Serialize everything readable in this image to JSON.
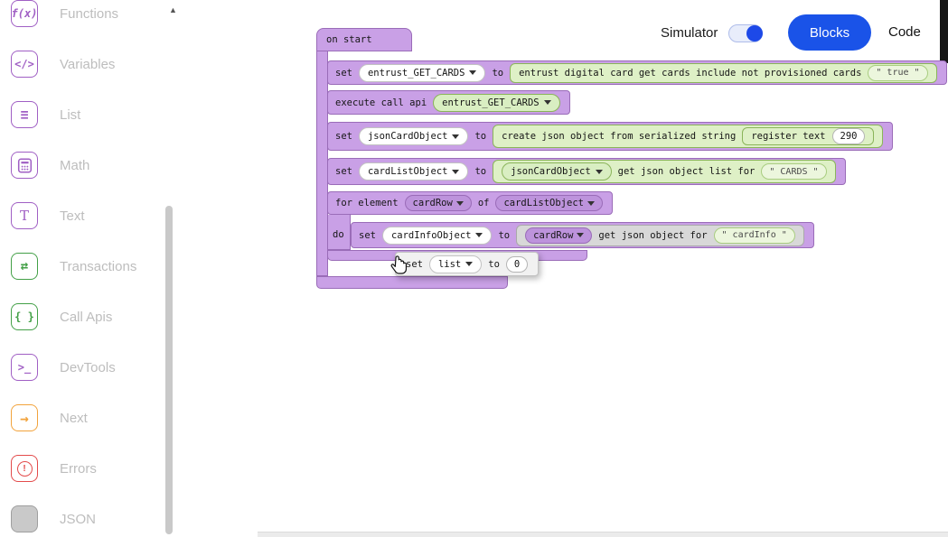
{
  "sidebar": {
    "scroll_up_icon": "▲",
    "items": [
      {
        "label": "Functions",
        "glyph": "f(x)"
      },
      {
        "label": "Variables",
        "glyph": "</>"
      },
      {
        "label": "List",
        "glyph": "≡"
      },
      {
        "label": "Math",
        "glyph": ""
      },
      {
        "label": "Text",
        "glyph": "T"
      },
      {
        "label": "Transactions",
        "glyph": "⇄"
      },
      {
        "label": "Call Apis",
        "glyph": "{ }"
      },
      {
        "label": "DevTools",
        "glyph": ">_"
      },
      {
        "label": "Next",
        "glyph": "→"
      },
      {
        "label": "Errors",
        "glyph": "!"
      },
      {
        "label": "JSON",
        "glyph": ""
      }
    ]
  },
  "topbar": {
    "simulator_label": "Simulator",
    "blocks_button_label": "Blocks",
    "code_button_label": "Code"
  },
  "blocks": {
    "hat_label": "on start",
    "set_cards": {
      "kw_set": "set",
      "variable": "entrust_GET_CARDS",
      "kw_to": "to",
      "expression": "entrust digital card get cards include not provisioned cards",
      "literal": "\" true \""
    },
    "execute_api": {
      "label": "execute call api",
      "api_name": "entrust_GET_CARDS"
    },
    "set_json_object": {
      "kw_set": "set",
      "variable": "jsonCardObject",
      "kw_to": "to",
      "expression": "create json object from serialized string",
      "inner_expression": "register text",
      "number": "290"
    },
    "set_card_list": {
      "kw_set": "set",
      "variable": "cardListObject",
      "kw_to": "to",
      "object": "jsonCardObject",
      "expression": "get json object list for",
      "literal": "\" CARDS \""
    },
    "for_loop": {
      "kw_for": "for element",
      "element": "cardRow",
      "kw_of": "of",
      "list": "cardListObject",
      "kw_do": "do"
    },
    "set_card_info": {
      "kw_set": "set",
      "variable": "cardInfoObject",
      "kw_to": "to",
      "object": "cardRow",
      "expression": "get json object for",
      "literal": "\" cardInfo \""
    },
    "floating_set": {
      "kw_set": "set",
      "variable": "list",
      "kw_to": "to",
      "number": "0"
    }
  },
  "colors": {
    "accent_blue": "#1a53e8",
    "toggle_blue": "#1d49e8",
    "block_purple": "#c9a0e6",
    "block_green": "#def0c6",
    "block_gray": "#d8d8d8"
  }
}
